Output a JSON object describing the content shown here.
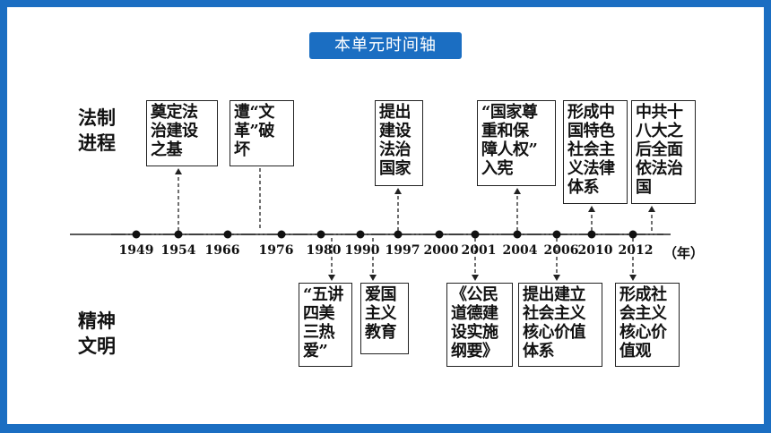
{
  "banner": "本单元时间轴",
  "labels": {
    "legal": "法制\n进程",
    "spirit": "精神\n文明"
  },
  "unit": "（年）",
  "years": [
    "1949",
    "1954",
    "1966",
    "1976",
    "1980",
    "1990",
    "1997",
    "2000",
    "2001",
    "2004",
    "2006",
    "2010",
    "2012"
  ],
  "top_events": [
    {
      "year": "1954",
      "text": "奠定法\n治建设\n之基"
    },
    {
      "year": "1966-1976",
      "text": "遭“文\n革”破\n坏"
    },
    {
      "year": "1997",
      "text": "提出\n建设\n法治\n国家"
    },
    {
      "year": "2004",
      "text": "“国家尊\n重和保\n障人权”\n入宪"
    },
    {
      "year": "2010",
      "text": "形成中\n国特色\n社会主\n义法律\n体系"
    },
    {
      "year": "2012",
      "text": "中共十\n八大之\n后全面\n依法治\n国"
    }
  ],
  "bottom_events": [
    {
      "year": "1980",
      "text": "“五讲\n四美\n三热\n爱”"
    },
    {
      "year": "1990",
      "text": "爱国\n主义\n教育"
    },
    {
      "year": "2001",
      "text": "《公民\n道德建\n设实施\n纲要》"
    },
    {
      "year": "2006",
      "text": "提出建立\n社会主义\n核心价值\n体系"
    },
    {
      "year": "2012",
      "text": "形成社\n会主义\n核心价\n值观"
    }
  ],
  "colors": {
    "frame": "#1b6ec2",
    "line": "#222222"
  }
}
